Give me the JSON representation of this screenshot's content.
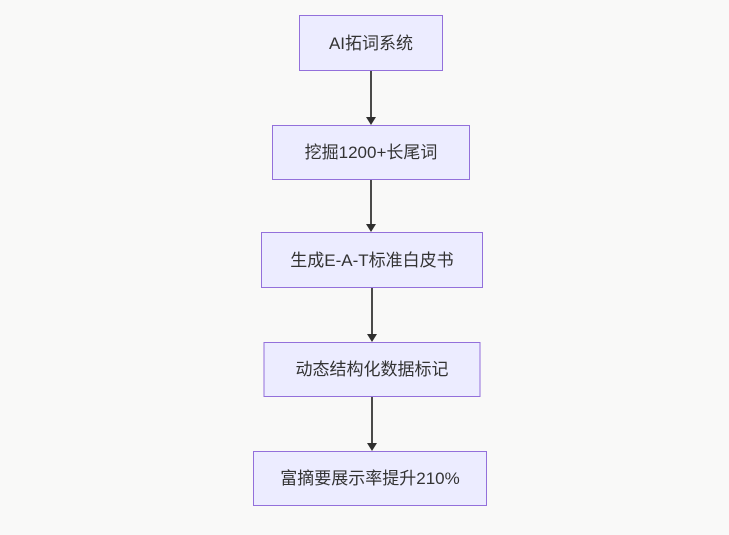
{
  "diagram": {
    "type": "flowchart",
    "direction": "top-down",
    "nodes": [
      {
        "id": "node-1",
        "label": "AI拓词系统"
      },
      {
        "id": "node-2",
        "label": "挖掘1200+长尾词"
      },
      {
        "id": "node-3",
        "label": "生成E-A-T标准白皮书"
      },
      {
        "id": "node-4",
        "label": "动态结构化数据标记"
      },
      {
        "id": "node-5",
        "label": "富摘要展示率提升210%"
      }
    ],
    "edges": [
      {
        "from": "AI拓词系统",
        "to": "挖掘1200+长尾词"
      },
      {
        "from": "挖掘1200+长尾词",
        "to": "生成E-A-T标准白皮书"
      },
      {
        "from": "生成E-A-T标准白皮书",
        "to": "动态结构化数据标记"
      },
      {
        "from": "动态结构化数据标记",
        "to": "富摘要展示率提升210%"
      }
    ],
    "colors": {
      "page_background": "#f9f9f8",
      "node_fill": "#ececff",
      "node_border": "#9370db",
      "node_text": "#333333",
      "arrow_line": "#4a4a4a",
      "arrow_head": "#2f2f2f"
    }
  }
}
